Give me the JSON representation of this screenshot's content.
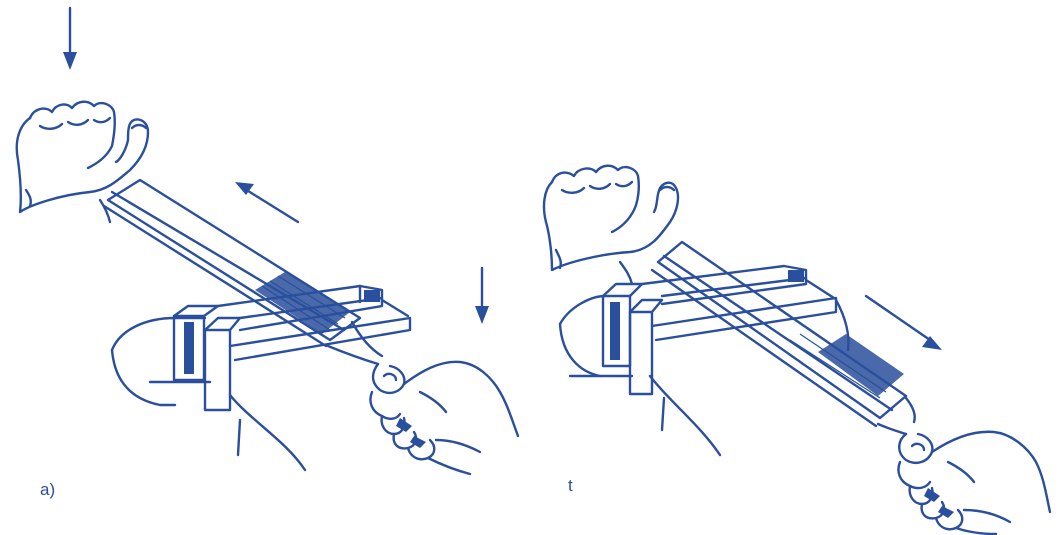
{
  "colors": {
    "ink": "#2a4f9c",
    "background": "#ffffff"
  },
  "panels": [
    {
      "id": "a",
      "label": "a)"
    },
    {
      "id": "b",
      "label": "t"
    }
  ],
  "icons": [
    "down-arrow-icon",
    "left-up-arrow-icon",
    "right-down-arrow-icon"
  ]
}
